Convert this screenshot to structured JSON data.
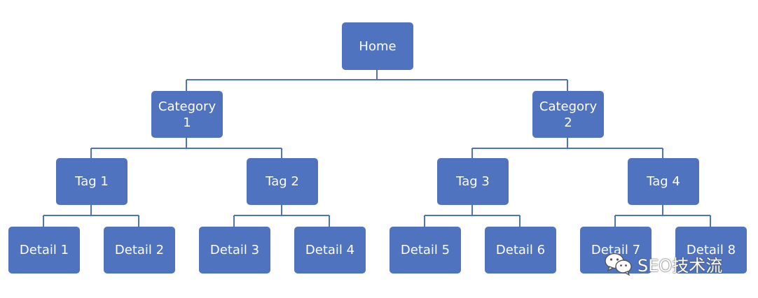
{
  "colors": {
    "node_fill": "#4f73bf",
    "connector": "#4f73bf",
    "node_text": "#ffffff"
  },
  "tree": {
    "home": "Home",
    "category1": "Category 1",
    "category2": "Category 2",
    "tag1": "Tag 1",
    "tag2": "Tag 2",
    "tag3": "Tag 3",
    "tag4": "Tag 4",
    "detail1": "Detail 1",
    "detail2": "Detail 2",
    "detail3": "Detail 3",
    "detail4": "Detail 4",
    "detail5": "Detail 5",
    "detail6": "Detail 6",
    "detail7": "Detail 7",
    "detail8": "Detail 8"
  },
  "watermark": {
    "text": "SEO技术流",
    "icon": "wechat-icon"
  }
}
